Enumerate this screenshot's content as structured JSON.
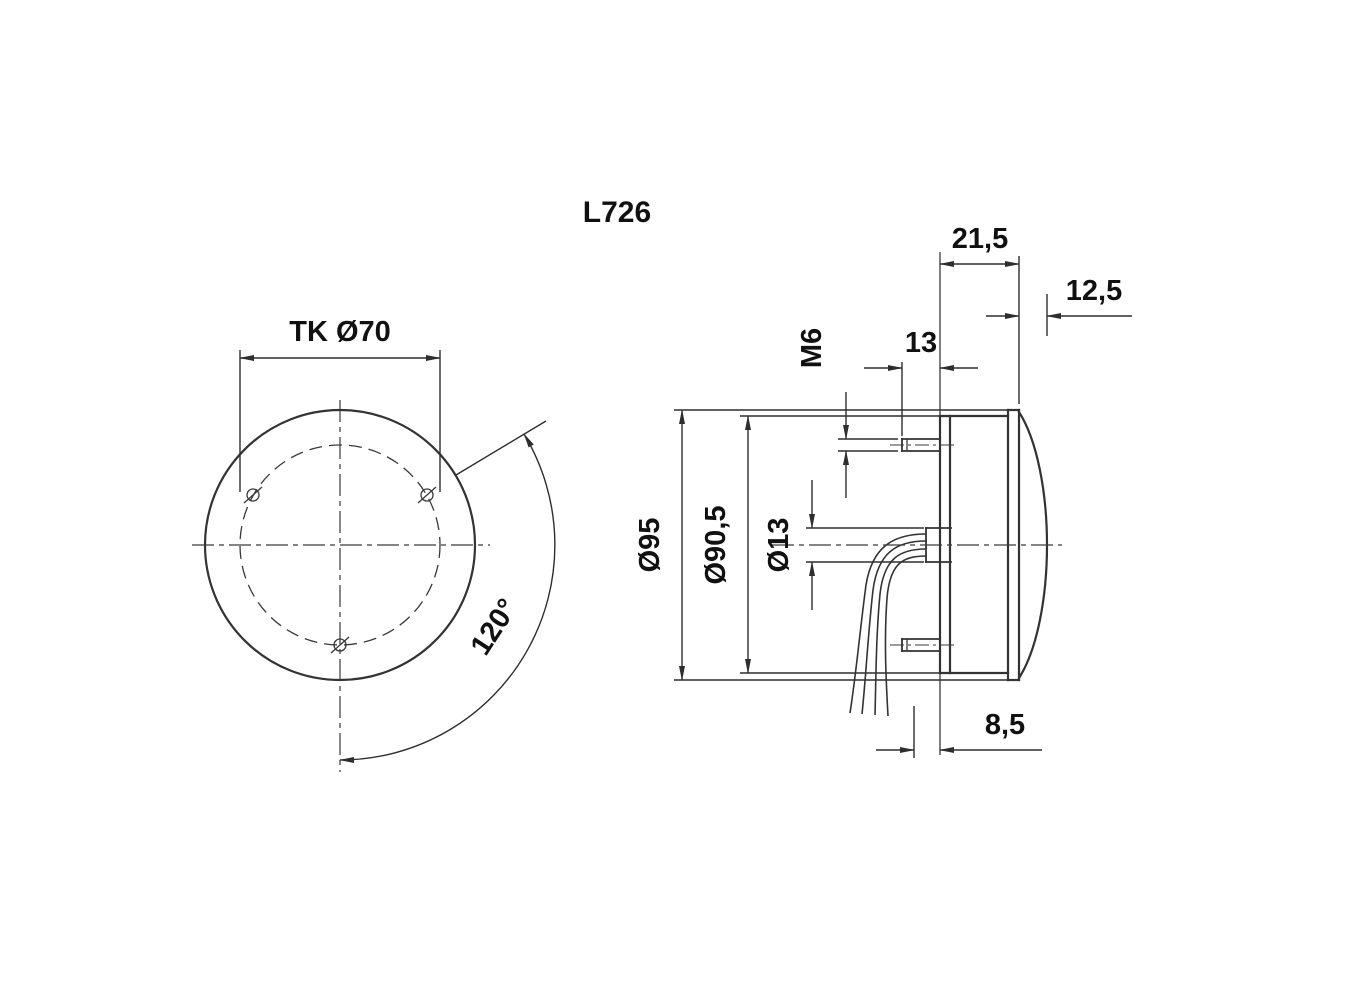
{
  "title": "L726",
  "front_view": {
    "bolt_circle_label": "TK Ø70",
    "angle_label": "120°"
  },
  "side_view": {
    "overall_depth_label": "21,5",
    "lens_depth_label": "12,5",
    "stud_length_label": "13",
    "thread_label": "M6",
    "outer_diameter_label": "Ø95",
    "body_diameter_label": "Ø90,5",
    "hole_diameter_label": "Ø13",
    "rear_depth_label": "8,5"
  },
  "colors": {
    "line": "#333333",
    "text": "#111111",
    "background": "#ffffff"
  }
}
